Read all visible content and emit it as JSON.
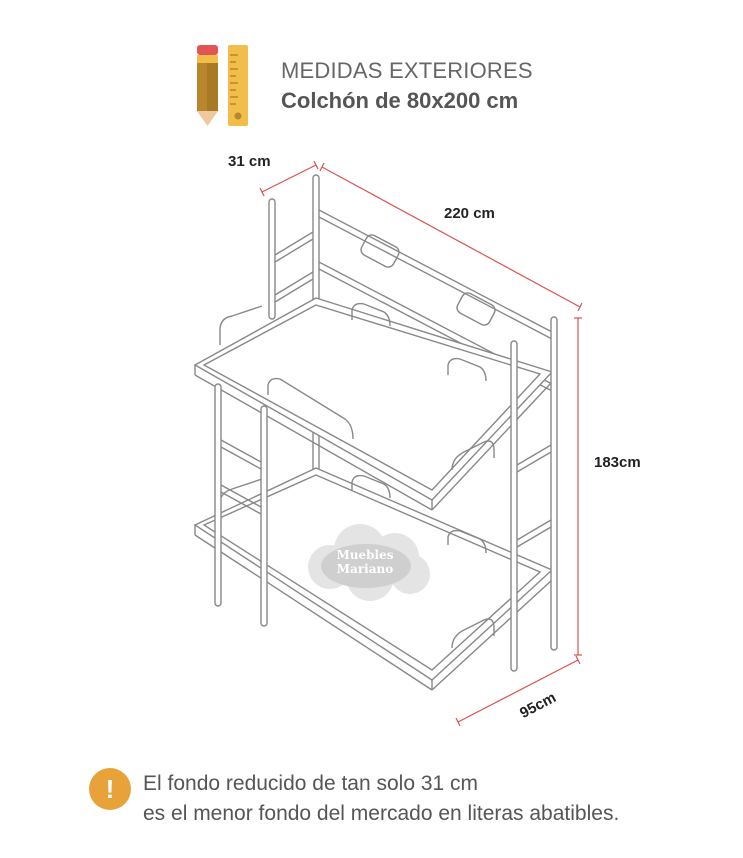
{
  "header": {
    "subtitle": "MEDIDAS EXTERIORES",
    "title": "Colchón de 80x200 cm",
    "icon": "pencil-ruler-icon"
  },
  "dimensions": {
    "depth": "31 cm",
    "length": "220 cm",
    "height": "183cm",
    "width": "95cm"
  },
  "watermark": {
    "line1": "Muebles",
    "line2": "Mariano"
  },
  "note": {
    "icon": "exclamation-icon",
    "symbol": "!",
    "line1": "El fondo reducido de tan solo 31 cm",
    "line2": "es el menor fondo del mercado en literas abatibles."
  },
  "colors": {
    "dimension_line": "#d9534f",
    "warning": "#e8a23a",
    "ruler": "#f2be4a",
    "pencil_tip": "#e25555"
  }
}
